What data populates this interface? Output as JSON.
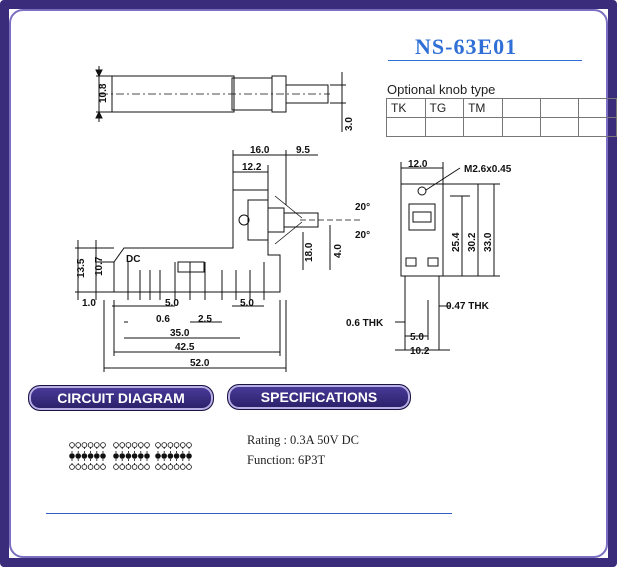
{
  "title": "NS-63E01",
  "knob": {
    "label": "Optional knob type",
    "types": [
      "TK",
      "TG",
      "TM",
      "",
      "",
      ""
    ]
  },
  "sections": {
    "circuit": "CIRCUIT DIAGRAM",
    "specs": "SPECIFICATIONS"
  },
  "specs": {
    "rating": "Rating : 0.3A 50V DC",
    "function": "Function: 6P3T"
  },
  "drawing": {
    "top_view": {
      "d_10_8": "10.8",
      "d_3_0": "3.0"
    },
    "side_view": {
      "d_16_0": "16.0",
      "d_12_2": "12.2",
      "d_9_5": "9.5",
      "d_20_top": "20°",
      "d_20_bot": "20°",
      "d_4_0": "4.0",
      "d_18_0": "18.0",
      "d_13_5": "13.5",
      "d_10_7": "10.7",
      "dc": "DC",
      "d_1_0": "1.0",
      "d_5_0a": "5.0",
      "d_5_0b": "5.0",
      "d_0_6": "0.6",
      "d_2_5": "2.5",
      "d_35_0": "35.0",
      "d_42_5": "42.5",
      "d_52_0": "52.0"
    },
    "end_view": {
      "d_12_0": "12.0",
      "m26": "M2.6x0.45",
      "d_25_4": "25.4",
      "d_30_2": "30.2",
      "d_33_0": "33.0",
      "thk_06": "0.6 THK",
      "thk_047": "0.47 THK",
      "d_5_0": "5.0",
      "d_10_2": "10.2"
    }
  }
}
